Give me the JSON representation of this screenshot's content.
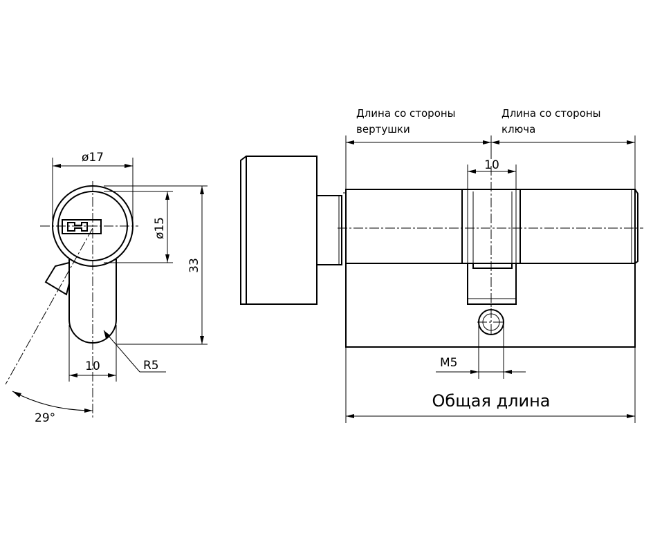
{
  "diagram": {
    "side_view": {
      "dim_diameter_17": "ø17",
      "dim_diameter_15": "ø15",
      "dim_height_33": "33",
      "dim_width_10": "10",
      "dim_radius": "R5",
      "dim_angle": "29°"
    },
    "front_view": {
      "label_turn_side_line1": "Длина со стороны",
      "label_turn_side_line2": "вертушки",
      "label_key_side_line1": "Длина со стороны",
      "label_key_side_line2": "ключа",
      "dim_cam_width": "10",
      "dim_screw": "M5",
      "label_total_length": "Общая длина"
    }
  }
}
